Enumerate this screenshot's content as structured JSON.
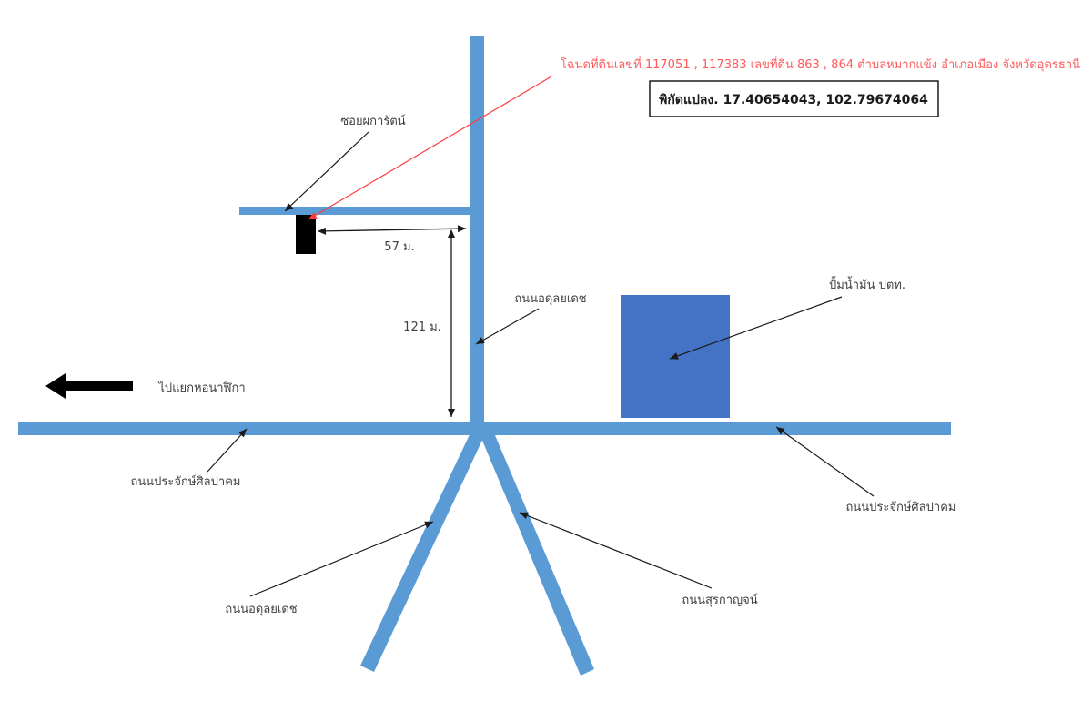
{
  "colors": {
    "road": "#5b9bd5",
    "station": "#4472c4",
    "plot_marker": "#000000",
    "deed_note": "#ff5a5a",
    "pointer": "#1a1a1a"
  },
  "labels": {
    "deed_note": "โฉนดที่ดินเลขที่ 117051 , 117383 เลขที่ดิน 863 , 864 ตำบลหมากแข้ง อำเภอเมือง จังหวัดอุดรธานี",
    "coordinates": "พิกัดแปลง. 17.40654043, 102.79674064",
    "soi": "ซอยผการัตน์",
    "distance_horizontal": "57 ม.",
    "distance_vertical": "121 ม.",
    "road_north": "ถนนอดุลยเดช",
    "gas_station": "ปั้มน้ำมัน ปตท.",
    "direction": "ไปแยกหอนาฬิกา",
    "road_main_west": "ถนนประจักษ์ศิลปาคม",
    "road_main_east": "ถนนประจักษ์ศิลปาคม",
    "road_southwest": "ถนนอดุลยเดช",
    "road_southeast": "ถนนสุรกาญจน์"
  },
  "icons": {
    "direction_arrow": "left-arrow-icon"
  }
}
